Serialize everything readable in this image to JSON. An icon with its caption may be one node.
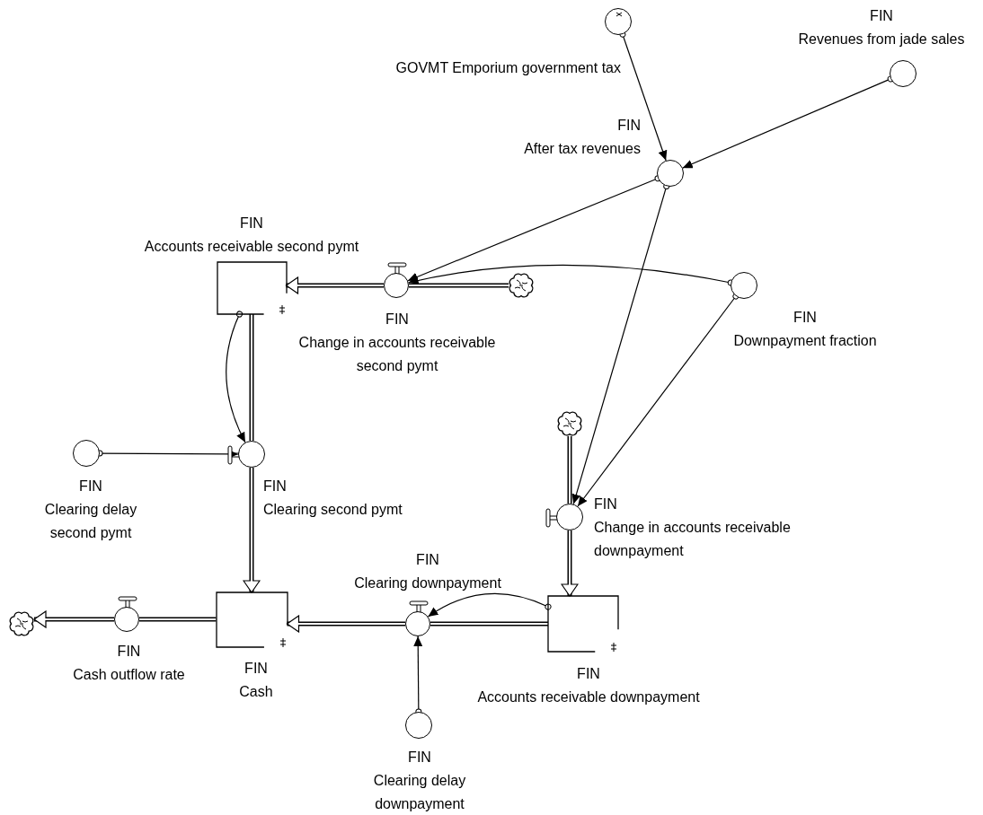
{
  "diagram": {
    "nodes": [
      {
        "text": [
          "GOVMT Emporium government tax"
        ]
      },
      {
        "text": [
          "FIN",
          "Revenues from jade sales"
        ]
      },
      {
        "text": [
          "FIN",
          "After tax revenues"
        ]
      },
      {
        "text": [
          "FIN",
          "Accounts receivable second pymt"
        ]
      },
      {
        "text": [
          "FIN",
          "Change in accounts receivable second pymt"
        ]
      },
      {
        "text": [],
        "shape": "cloud"
      },
      {
        "text": [
          "FIN",
          "Downpayment fraction"
        ]
      },
      {
        "text": [],
        "shape": "cloud"
      },
      {
        "text": [
          "FIN",
          "Clearing delay second pymt"
        ]
      },
      {
        "text": [
          "FIN",
          "Clearing second pymt"
        ]
      },
      {
        "text": [
          "FIN",
          "Change in accounts receivable downpayment"
        ]
      },
      {
        "text": [],
        "shape": "cloud"
      },
      {
        "text": [
          "FIN",
          "Cash outflow rate"
        ]
      },
      {
        "text": [
          "FIN",
          "Cash"
        ]
      },
      {
        "text": [
          "FIN",
          "Clearing downpayment"
        ]
      },
      {
        "text": [
          "FIN",
          "Accounts receivable downpayment"
        ]
      },
      {
        "text": [
          "FIN",
          "Clearing delay downpayment"
        ]
      }
    ],
    "edges": [
      {
        "from": 5,
        "to": 4,
        "arrow": "none",
        "style": "thick"
      },
      {
        "from": 4,
        "to": 3,
        "arrow": "to",
        "style": "thick"
      },
      {
        "from": 3,
        "to": 9,
        "arrow": "none",
        "style": "thick"
      },
      {
        "from": 9,
        "to": 13,
        "arrow": "to",
        "style": "thick"
      },
      {
        "from": 7,
        "to": 10,
        "arrow": "none",
        "style": "thick"
      },
      {
        "from": 10,
        "to": 15,
        "arrow": "to",
        "style": "thick"
      },
      {
        "from": 15,
        "to": 14,
        "arrow": "none",
        "style": "thick"
      },
      {
        "from": 14,
        "to": 13,
        "arrow": "to",
        "style": "thick"
      },
      {
        "from": 13,
        "to": 12,
        "arrow": "none",
        "style": "thick"
      },
      {
        "from": 12,
        "to": 11,
        "arrow": "to",
        "style": "thick"
      },
      {
        "from": 0,
        "to": 2,
        "arrow": "to"
      },
      {
        "from": 1,
        "to": 2,
        "arrow": "to"
      },
      {
        "from": 2,
        "to": 4,
        "arrow": "to"
      },
      {
        "from": 2,
        "to": 10,
        "arrow": "to"
      },
      {
        "from": 6,
        "to": 4,
        "arrow": "to"
      },
      {
        "from": 6,
        "to": 10,
        "arrow": "to"
      },
      {
        "from": 3,
        "to": 9,
        "arrow": "to"
      },
      {
        "from": 8,
        "to": 9,
        "arrow": "to"
      },
      {
        "from": 15,
        "to": 14,
        "arrow": "to"
      },
      {
        "from": 16,
        "to": 14,
        "arrow": "to"
      }
    ]
  }
}
